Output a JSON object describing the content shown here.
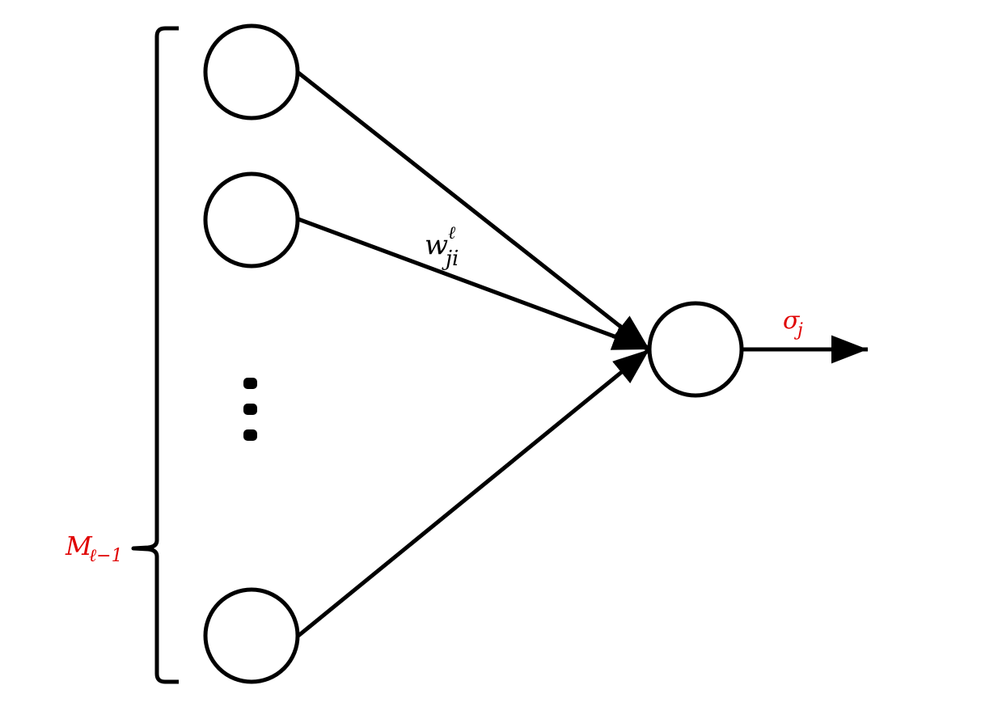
{
  "diagram": {
    "labels": {
      "weight": {
        "base": "w",
        "superscript": "ℓ",
        "subscript": "ji"
      },
      "output": {
        "base": "σ",
        "subscript": "j"
      },
      "layer_size": {
        "base": "M",
        "subscript": "ℓ−1"
      }
    },
    "ellipsis": "⋮",
    "input_node_count_shown": 3,
    "colors": {
      "stroke": "#000000",
      "annotation": "#e00000",
      "background": "#ffffff"
    }
  }
}
